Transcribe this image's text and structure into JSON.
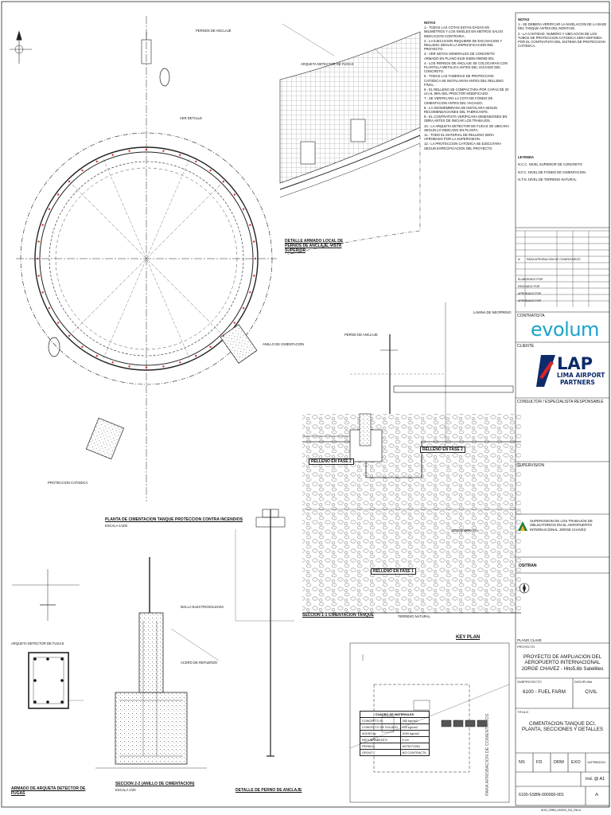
{
  "drawing": {
    "titles": {
      "plan": "PLANTA DE CIMENTACION TANQUE PROTECCION CONTRA INCENDIOS",
      "plan_scale": "ESCALA 1/100",
      "anchor_local": "DETALLE ARMADO LOCAL DE PERNOS DE ANCLAJE, VISTA SUPERIOR",
      "section_1": "SECCION 1-1 CIMENTACION TANQUE",
      "section_2": "SECCION 2-2 (ANILLO DE CIMENTACION)",
      "anchor_bolt": "DETALLE DE PERNO DE ANCLAJE",
      "leak_box": "ARMADO DE ARQUETA DETECTOR DE FUGAS",
      "scale_short": "ESCALA 1/20",
      "key_plan": "KEY PLAN"
    },
    "fills": {
      "phase1": "RELLENO EN FASE 1",
      "phase2a": "RELLENO EN FASE 2",
      "phase2b": "RELLENO EN FASE 2",
      "natural_ground": "TERRENO NATURAL",
      "leak_detect": "ARQUETA DETECTOR DE FUGAS"
    },
    "callouts": {
      "c1": "PERNOS DE ANCLAJE",
      "c2": "VER DETALLE",
      "c3": "ARQUETA DETECTOR DE FUGAS",
      "c4": "PROTECCION CATODICA",
      "c5": "ANILLO DE CIMENTACION",
      "c6": "GEOMEMBRANA",
      "c7": "LAMINA DE NEOPRENO",
      "c8": "PERNO DE ANCLAJE",
      "c9": "MALLA ELECTROSOLDADA",
      "c10": "ACERO DE REFUERZO"
    },
    "materials_table": {
      "header": "CUADRO DE MATERIALES",
      "rows": [
        [
          "CONCRETO f'c",
          "280 kg/cm2"
        ],
        [
          "CONCRETO DE SOLADO",
          "100 kg/cm2"
        ],
        [
          "ACERO fy",
          "4200 kg/cm2"
        ],
        [
          "RECUBRIMIENTO",
          "5 cm"
        ],
        [
          "PERNOS",
          "ASTM F1554"
        ],
        [
          "GROUT",
          "NO CONTRACTIL"
        ]
      ]
    },
    "notes_header": "NOTAS",
    "notes": [
      "1.- TODAS LAS COTAS ESTAN DADAS EN MILIMETROS Y LOS NIVELES EN METROS SALVO INDICACION CONTRARIA.",
      "2.- LA EJECUCION REQUIERE DE EXCAVACION Y RELLENO SEGUN LA ESPECIFICACION DEL PROYECTO.",
      "3.- VER NOTAS GENERALES DE CONCRETO ARMADO EN PLANO 6100-SSBN-000000-001.",
      "4.- LOS PERNOS DE ANCLAJE SE COLOCARAN CON PLANTILLA METALICA ANTES DEL VACIADO DEL CONCRETO.",
      "5.- TODAS LAS TUBERIAS DE PROTECCION CATODICA SE INSTALARAN ANTES DEL RELLENO FINAL.",
      "6.- EL RELLENO SE COMPACTARA POR CAPAS DE 20 cm AL 95% DEL PROCTOR MODIFICADO.",
      "7.- SE VERIFICARA LA COTA DE FONDO DE CIMENTACION ANTES DEL VACIADO.",
      "8.- LA GEOMEMBRANA SE INSTALARA SEGUN RECOMENDACIONES DEL FABRICANTE.",
      "9.- EL CONTRATISTA VERIFICARA DIMENSIONES EN OBRA ANTES DE INICIAR LOS TRABAJOS.",
      "10.- LA ARQUETA DETECTOR DE FUGAS SE UBICARA SEGUN LO INDICADO EN PLANTA.",
      "11.- TODO EL MATERIAL DE RELLENO SERA APROBADO POR LA SUPERVISION.",
      "12.- LA PROTECCION CATODICA SE EJECUTARA SEGUN ESPECIFICACION DEL PROYECTO."
    ],
    "notes2_header": "NOTAS",
    "notes2": [
      "1.- SE DEBERA VERIFICAR LA NIVELACION DE LA BASE DEL TANQUE ANTES DEL MONTAJE.",
      "2.- LA CANTIDAD, NUMERO Y UBICACION DE LOS TUBOS DE PROTECCION CATODICA SERA DEFINIDA POR EL CONTRATISTA DEL SISTEMA DE PROTECCION CATODICA."
    ],
    "legend_header": "LEYENDA",
    "legend": [
      "N.C.C. NIVEL SUPERIOR DE CONCRETO",
      "N.F.C. NIVEL DE FONDO DE CIMENTACION",
      "N.T.N. NIVEL DE TERRENO NATURAL"
    ]
  },
  "titleblock": {
    "contractor_label": "CONTRATISTA",
    "company": "evolum",
    "client_label": "CLIENTE",
    "lap_big": "LAP",
    "lap_line1": "LIMA AIRPORT",
    "lap_line2": "PARTNERS",
    "consultant_label": "CONSULTOR / ESPECIALISTA RESPONSABLE",
    "sup_label": "SUPERVISION",
    "sup_text": "SUPERVISION DE LOS TRABAJOS DE OBLIGATORIOS EN EL AEROPUERTO INTERNACIONAL JORGE CHAVEZ",
    "ositran": "OSITRAN",
    "plan_label": "PLANO CLAVE",
    "project_label": "PROYECTO",
    "project": "PROYECTO DE AMPLIACION DEL AEROPUERTO INTERNACIONAL JORGE CHAVEZ - Hito5,6b Satellites",
    "sub_label": "SUBPROYECTO",
    "subproject": "6100 - FUEL FARM",
    "discipline_label": "DISCIPLINA",
    "discipline": "CIVIL",
    "title_label": "TITULO",
    "title": "CIMENTACION TANQUE DCI, PLANTA, SECCIONES Y DETALLES",
    "roles": [
      "NS",
      "FD",
      "DRW",
      "EXO",
      "11/FEB/2021"
    ],
    "scale": "Ind. @ A1",
    "number": "6100-SSBN-000000-001",
    "rev": "A",
    "stamp": "PARA APROBACION DE COMENTARIOS",
    "revision_rows": [
      [
        "A",
        "PARA APROBACION DE COMENTARIOS"
      ],
      [
        "",
        ""
      ],
      [
        "",
        ""
      ]
    ],
    "sign_rows": [
      "ELABORADO POR",
      "REVISADO POR",
      "APROBADO POR",
      "APROBADO POR"
    ],
    "footer": "6100_SSBN_000000_001_Rev.A"
  },
  "colors": {
    "ink": "#111111",
    "red_marks": "#d0312d",
    "evolum": "#1aa3c8",
    "lap_blue": "#0d2b6b",
    "lap_red": "#d8232a"
  }
}
